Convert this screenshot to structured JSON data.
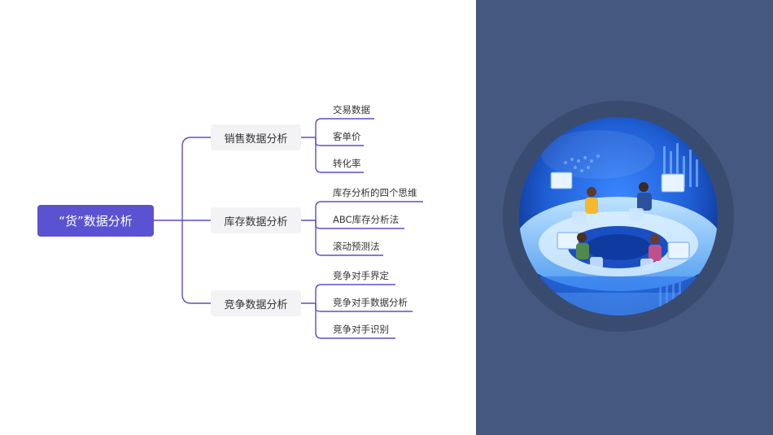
{
  "mindmap": {
    "root": "“货”数据分析",
    "branches": [
      {
        "label": "销售数据分析",
        "leaves": [
          "交易数据",
          "客单价",
          "转化率"
        ]
      },
      {
        "label": "库存数据分析",
        "leaves": [
          "库存分析的四个思维",
          "ABC库存分析法",
          "滚动预测法"
        ]
      },
      {
        "label": "竞争数据分析",
        "leaves": [
          "竞争对手界定",
          "竞争对手数据分析",
          "竞争对手识别"
        ]
      }
    ]
  },
  "colors": {
    "connector": "#5a4fc8",
    "root_bg": "#5a52d1",
    "panel_bg": "#45587f",
    "sphere_blue": "#1f5fd6"
  },
  "illustration": {
    "icon": "data-center-globe-illustration"
  }
}
